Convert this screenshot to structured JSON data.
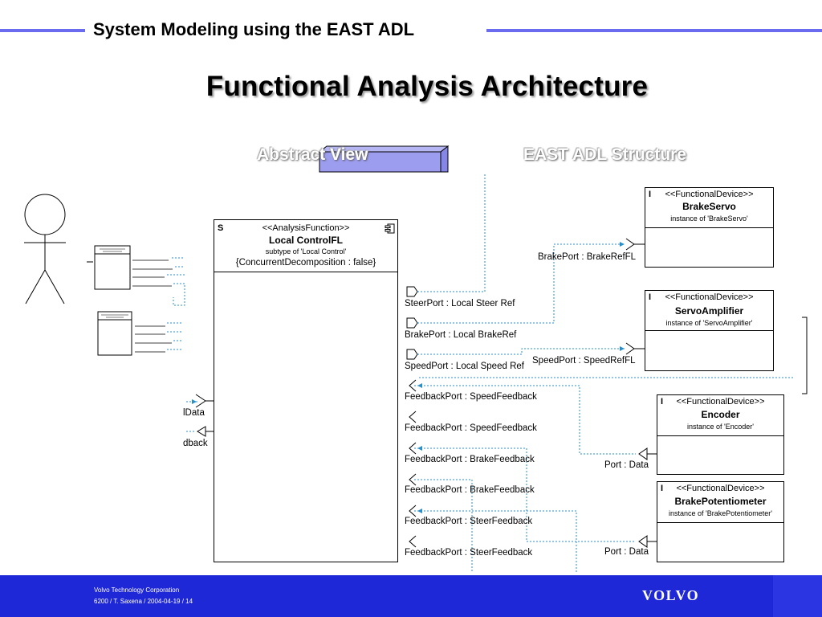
{
  "header": {
    "title": "System Modeling using the EAST ADL",
    "accent_color": "#6b6bf0"
  },
  "main_title": "Functional Analysis Architecture",
  "views": {
    "abstract": "Abstract View",
    "structure": "EAST ADL Structure"
  },
  "analysis_function": {
    "letter": "S",
    "stereotype": "<<AnalysisFunction>>",
    "name": "Local ControlFL",
    "subtype": "subtype of 'Local Control'",
    "decomposition": "{ConcurrentDecomposition : false}",
    "left_labels": [
      "lData",
      "dback"
    ],
    "ports": [
      "SteerPort : Local Steer Ref",
      "BrakePort :  Local BrakeRef",
      "SpeedPort : Local Speed  Ref",
      "FeedbackPort : SpeedFeedback",
      "FeedbackPort : SpeedFeedback",
      "FeedbackPort : BrakeFeedback",
      "FeedbackPort : BrakeFeedback",
      "FeedbackPort : SteerFeedback",
      "FeedbackPort : SteerFeedback"
    ]
  },
  "devices": [
    {
      "letter": "I",
      "stereotype": "<<FunctionalDevice>>",
      "name": "BrakeServo",
      "instance": "instance of 'BrakeServo'",
      "port_label": "BrakePort : BrakeRefFL"
    },
    {
      "letter": "I",
      "stereotype": "<<FunctionalDevice>>",
      "name": "ServoAmplifier",
      "instance": "instance of 'ServoAmplifier'",
      "port_label": "SpeedPort : SpeedRefFL"
    },
    {
      "letter": "I",
      "stereotype": "<<FunctionalDevice>>",
      "name": "Encoder",
      "instance": "instance of 'Encoder'",
      "port_label": "Port : Data"
    },
    {
      "letter": "I",
      "stereotype": "<<FunctionalDevice>>",
      "name": "BrakePotentiometer",
      "instance": "instance of 'BrakePotentiometer'",
      "port_label": "Port : Data"
    }
  ],
  "footer": {
    "company": "Volvo Technology Corporation",
    "meta": "6200 / T. Saxena  / 2004-04-19 / 14",
    "brand": "VOLVO",
    "color": "#1f28d6"
  }
}
